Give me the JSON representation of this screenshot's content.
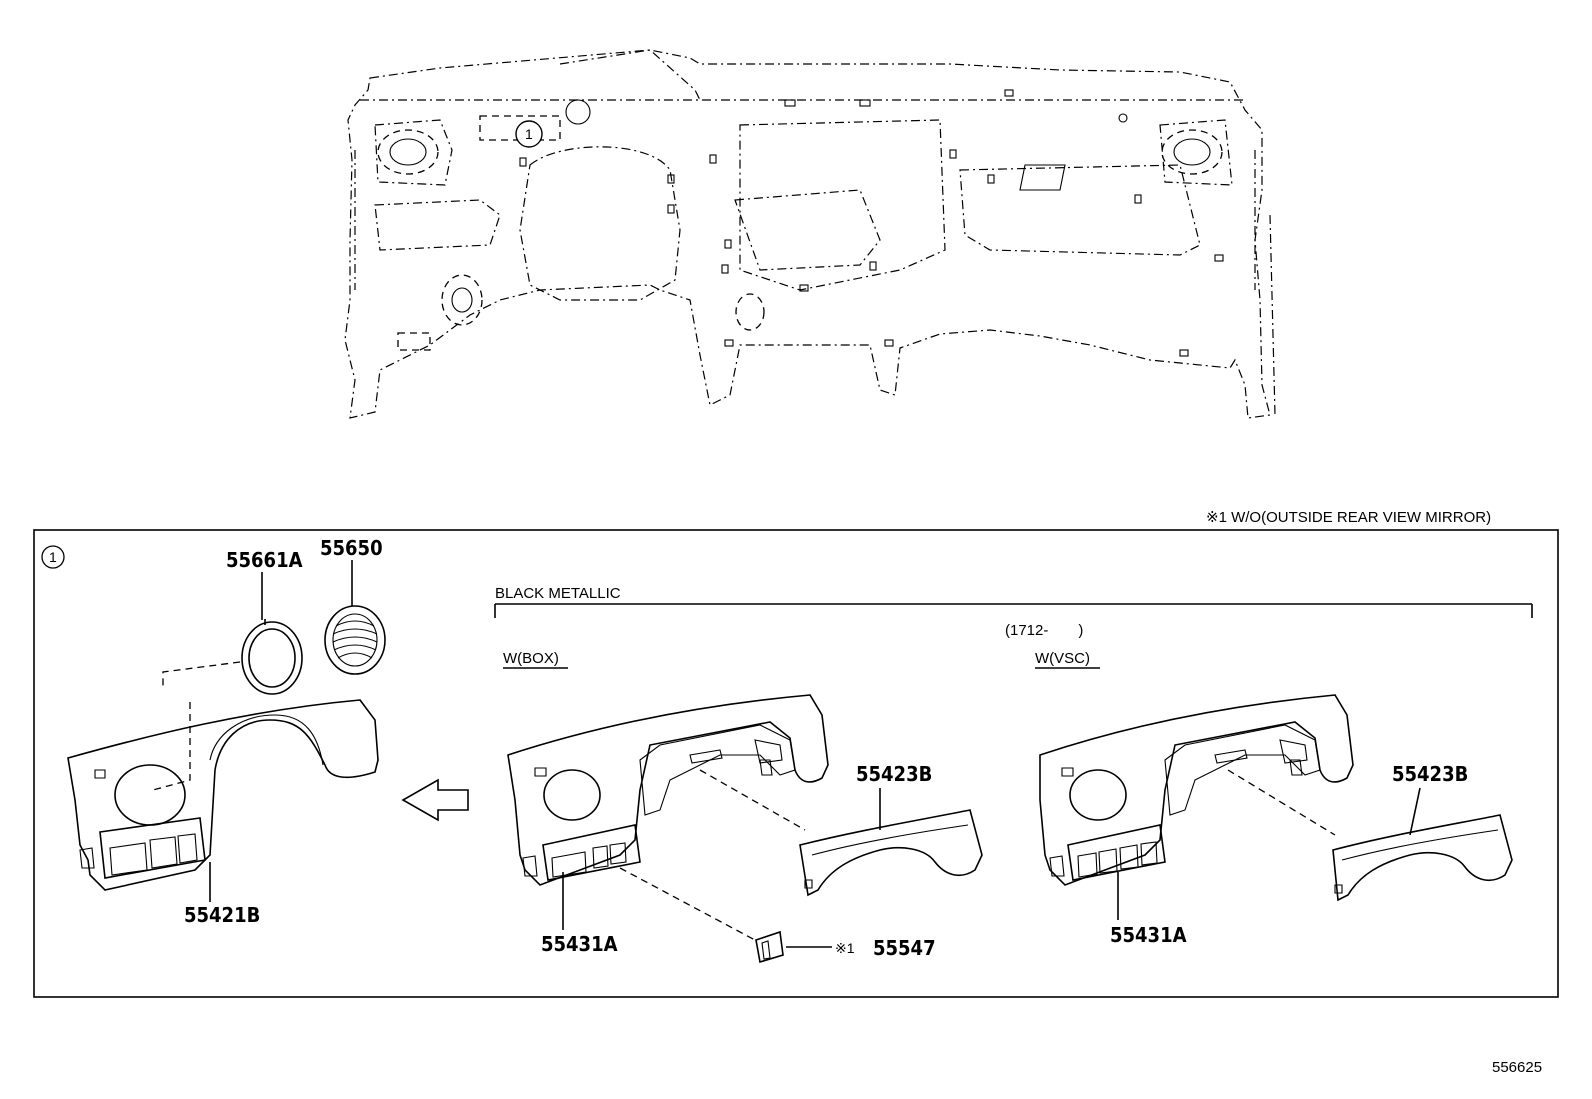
{
  "note": "※1 W/O(OUTSIDE REAR VIEW MIRROR)",
  "callout_number": "1",
  "detail_callout": "1",
  "group_label": "BLACK METALLIC",
  "date_range": "(1712-　　)",
  "variants": {
    "box": "W(BOX)",
    "vsc": "W(VSC)"
  },
  "parts": {
    "p55661A": "55661A",
    "p55650": "55650",
    "p55421B": "55421B",
    "p55431A_box": "55431A",
    "p55423B_box": "55423B",
    "p55547_mark": "※1",
    "p55547": "55547",
    "p55431A_vsc": "55431A",
    "p55423B_vsc": "55423B"
  },
  "figure_id": "556625"
}
